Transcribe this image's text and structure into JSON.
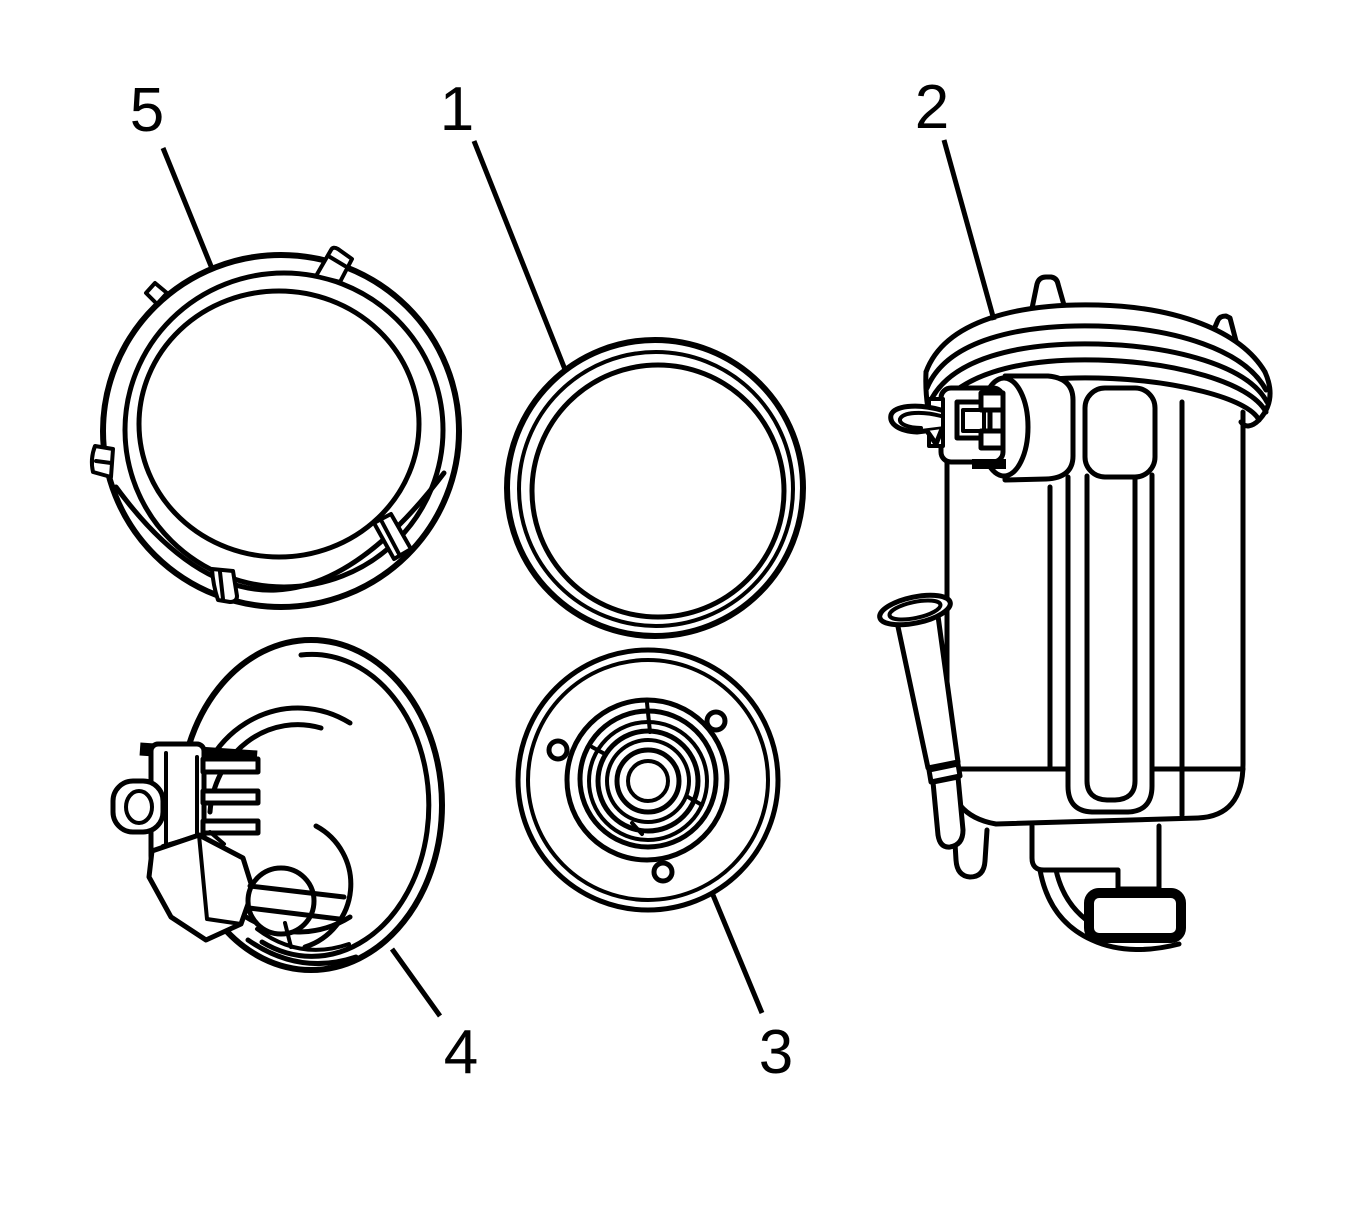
{
  "figure": {
    "background_color": "#ffffff",
    "line_color": "#000000",
    "type": "exploded-parts-diagram",
    "callouts": [
      {
        "label": "1",
        "part": "seal-ring"
      },
      {
        "label": "2",
        "part": "fuel-filter-housing-assembly"
      },
      {
        "label": "3",
        "part": "filter-base-plate"
      },
      {
        "label": "4",
        "part": "cap-with-electrical-connector"
      },
      {
        "label": "5",
        "part": "locking-ring"
      }
    ]
  }
}
